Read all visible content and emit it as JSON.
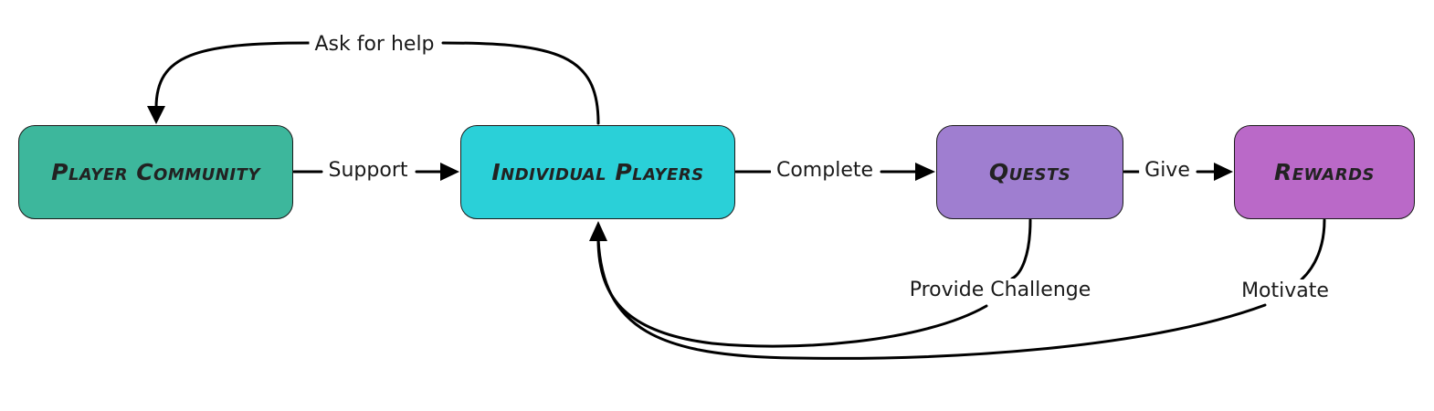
{
  "colors": {
    "player_community": "#3db79c",
    "individual_players": "#2ad0d8",
    "quests": "#9f7ed0",
    "rewards": "#ba69c8",
    "edge": "#000000"
  },
  "nodes": {
    "player_community": "Player Community",
    "individual_players": "Individual Players",
    "quests": "Quests",
    "rewards": "Rewards"
  },
  "edges": {
    "ask_for_help": "Ask for help",
    "support": "Support",
    "complete": "Complete",
    "give": "Give",
    "provide_challenge": "Provide Challenge",
    "motivate": "Motivate"
  }
}
